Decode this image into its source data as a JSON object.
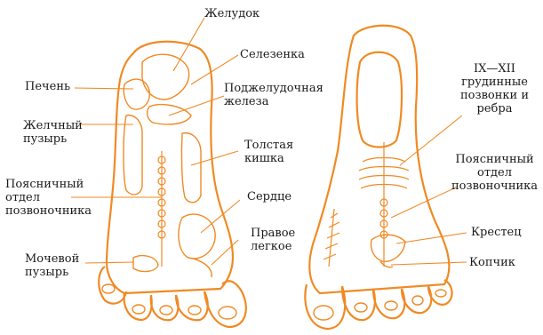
{
  "labels": {
    "stomach": "Желудок",
    "spleen": "Селезенка",
    "liver": "Печень",
    "pancreas": "Поджелудочная\nжелеза",
    "gallbladder": "Желчный\nпузырь",
    "colon": "Толстая\nкишка",
    "lumbar_left": "Поясничный\nотдел\nпозвоночника",
    "heart": "Сердце",
    "right_lung": "Правое\nлегкое",
    "bladder": "Мочевой\nпузырь",
    "thoracic": "IX—XII\nгрудинные\nпозвонки и\nребра",
    "lumbar_right": "Поясничный\nотдел\nпозвоночника",
    "sacrum": "Крестец",
    "coccyx": "Копчик"
  },
  "colors": {
    "accent": "#f08a24",
    "text": "#1a1a1a"
  }
}
